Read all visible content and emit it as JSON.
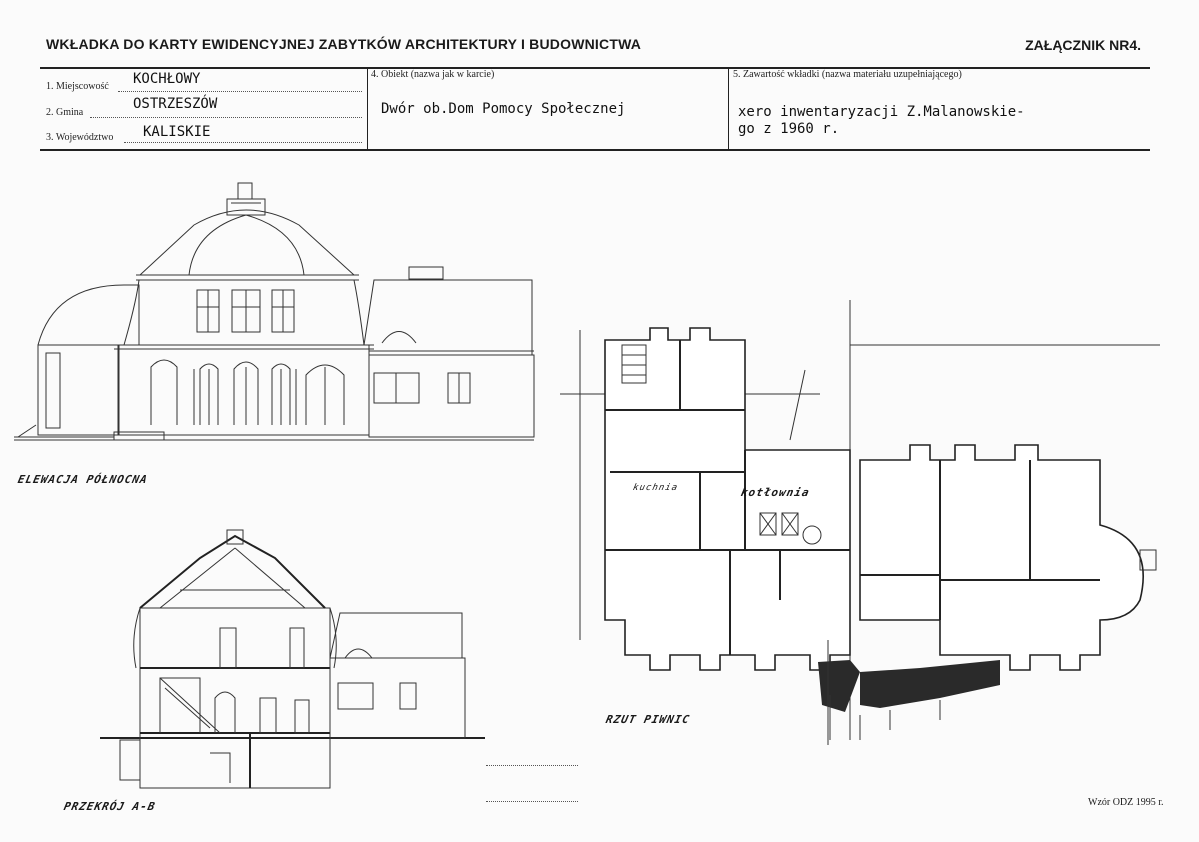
{
  "header": {
    "title": "WKŁADKA DO KARTY EWIDENCYJNEJ ZABYTKÓW ARCHITEKTURY I BUDOWNICTWA",
    "annex": "ZAŁĄCZNIK NR4."
  },
  "form": {
    "field1_label": "1. Miejscowość",
    "field1_value": "KOCHŁOWY",
    "field2_label": "2. Gmina",
    "field2_value": "OSTRZESZÓW",
    "field3_label": "3. Województwo",
    "field3_value": "KALISKIE",
    "field4_label": "4. Obiekt  (nazwa jak w karcie)",
    "field4_value": "Dwór ob.Dom Pomocy Społecznej",
    "field5_label": "5. Zawartość wkładki  (nazwa materiału uzupełniającego)",
    "field5_line1": "xero inwentaryzacji Z.Malanowskie-",
    "field5_line2": "go z 1960 r."
  },
  "drawings": {
    "elevation_caption": "ELEWACJA PÓŁNOCNA",
    "section_caption": "PRZEKRÓJ A-B",
    "plan_caption": "RZUT PIWNIC",
    "room_kuchnia": "kuchnia",
    "room_kotlownia": "kotłownia"
  },
  "footer": {
    "model": "Wzór ODZ 1995 r."
  }
}
